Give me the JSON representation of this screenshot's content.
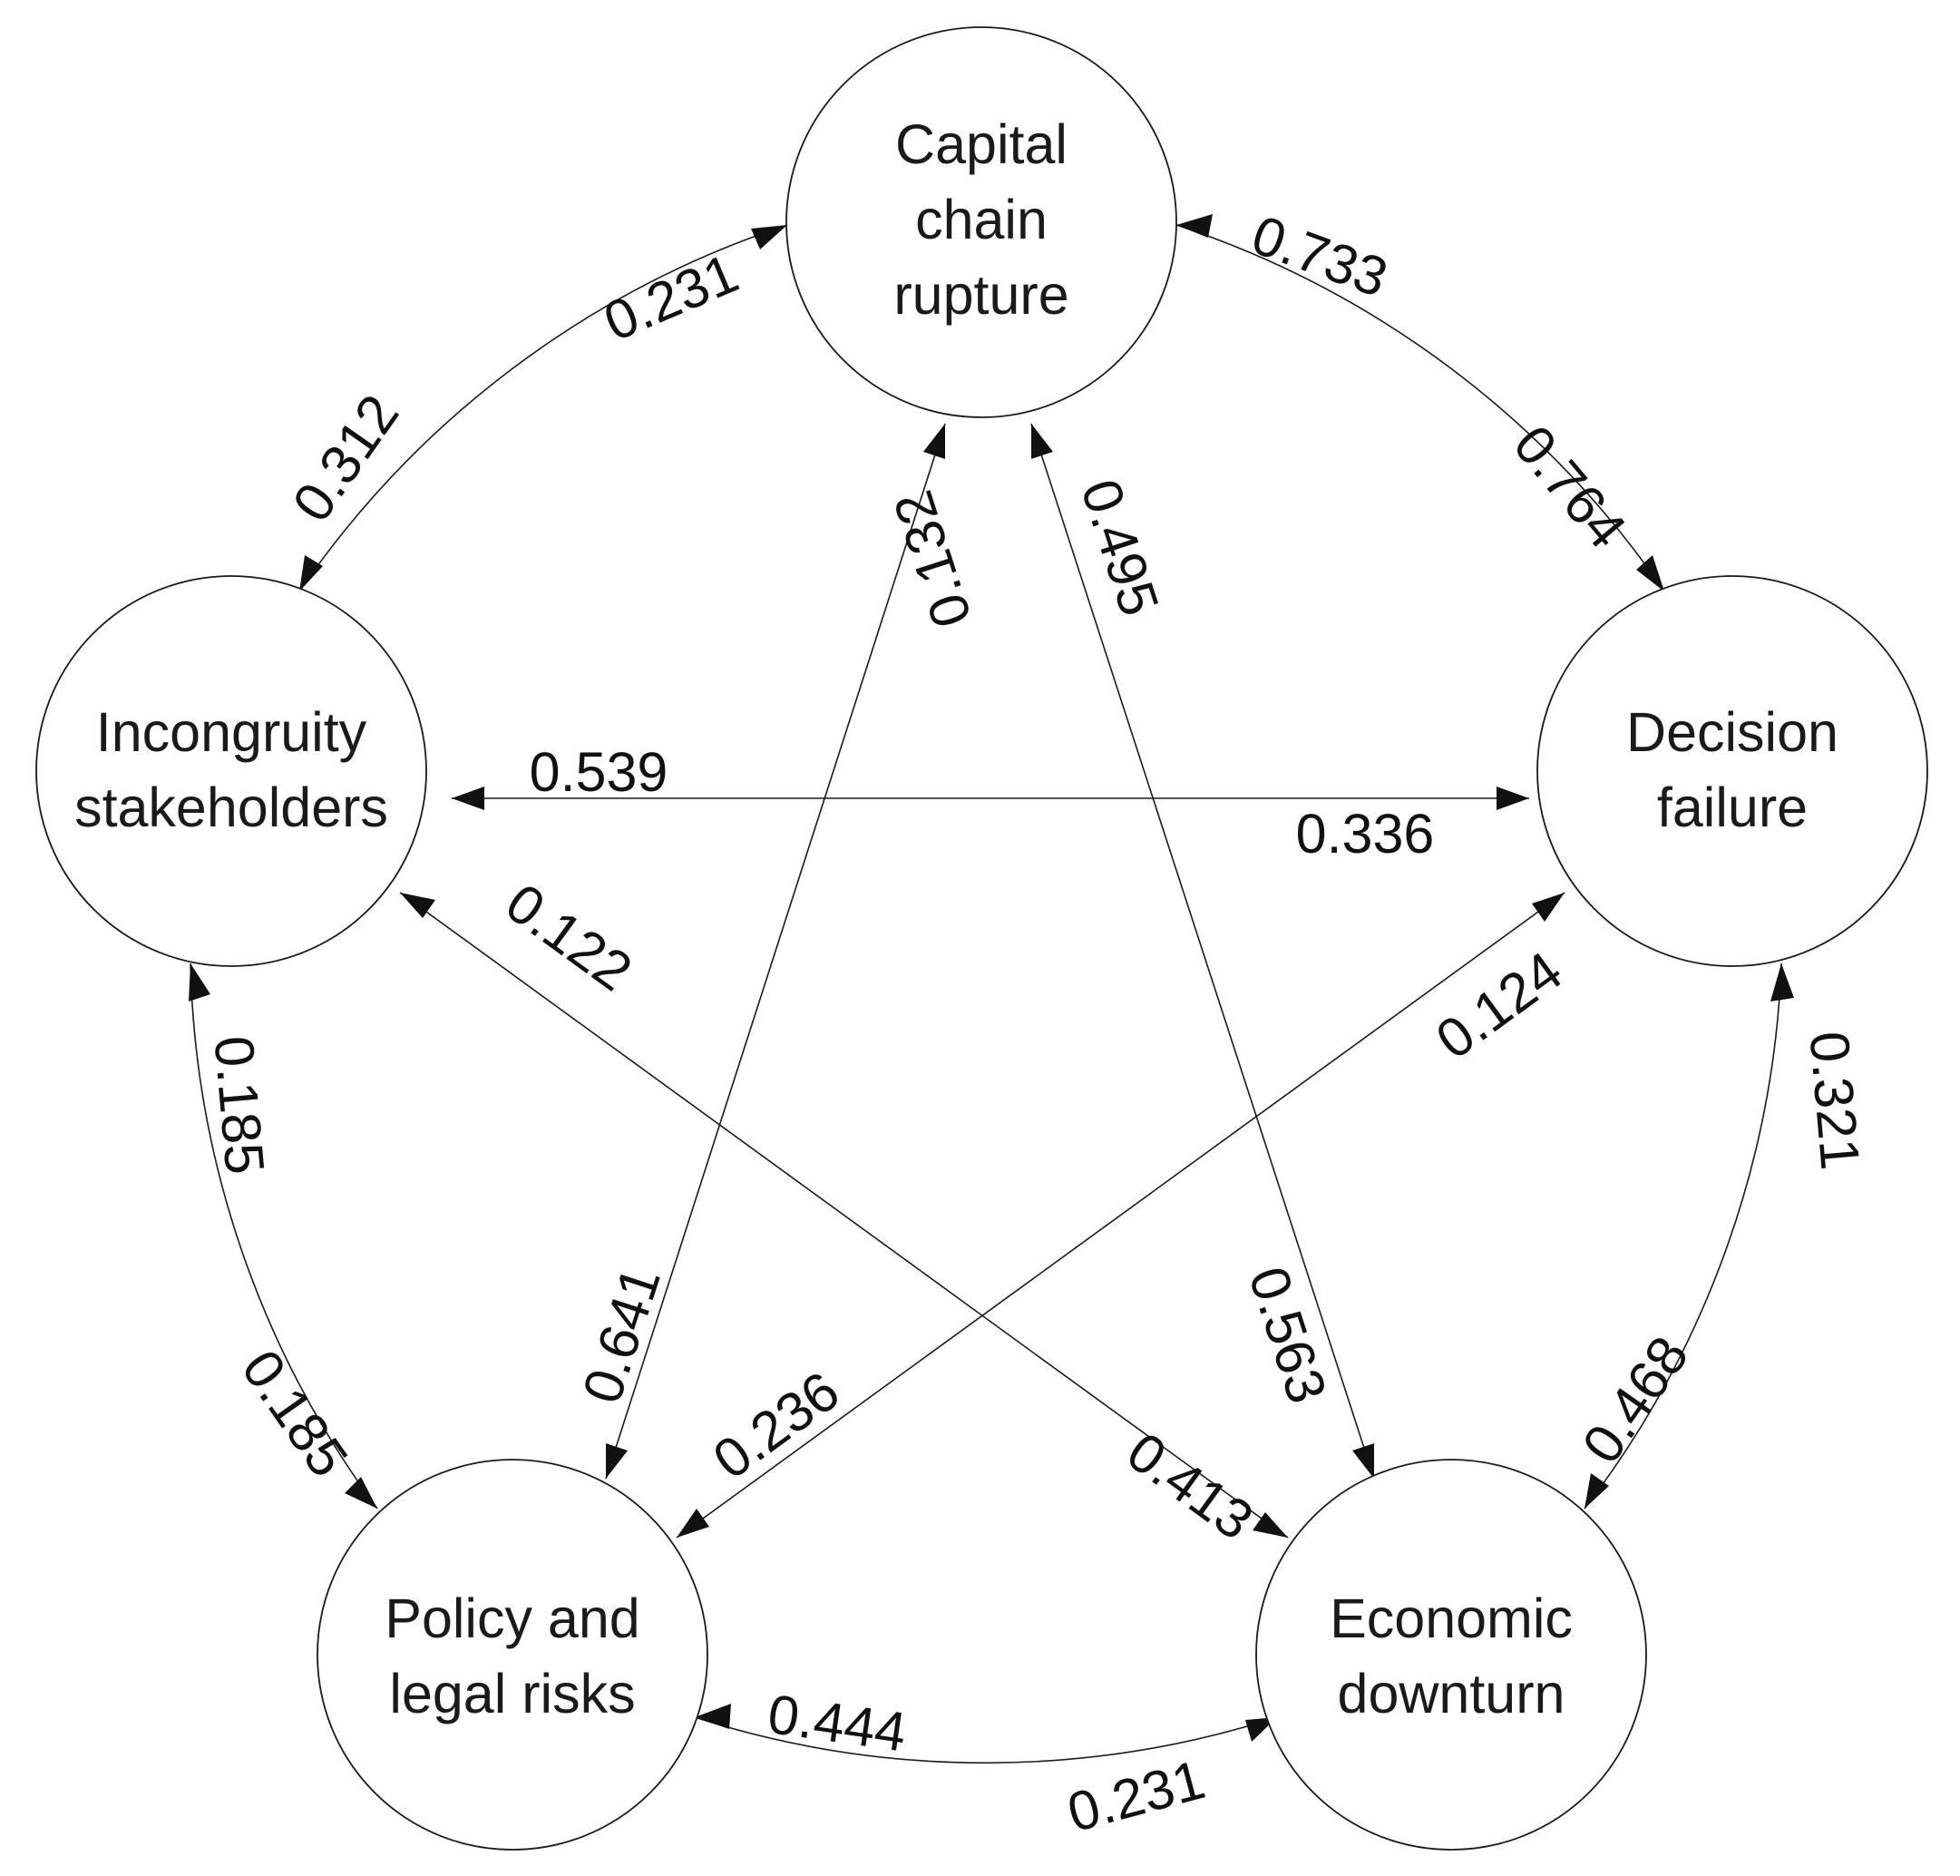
{
  "nodes": {
    "capital": {
      "line1": "Capital",
      "line2": "chain",
      "line3": "rupture"
    },
    "decision": {
      "line1": "Decision",
      "line2": "failure"
    },
    "economic": {
      "line1": "Economic",
      "line2": "downturn"
    },
    "policy": {
      "line1": "Policy and",
      "line2": "legal risks"
    },
    "incongruity": {
      "line1": "Incongruity",
      "line2": "stakeholders"
    }
  },
  "edges": {
    "incongruity_to_capital": "0.231",
    "capital_to_incongruity": "0.312",
    "decision_to_capital": "0.733",
    "capital_to_decision": "0.764",
    "economic_to_decision": "0.321",
    "decision_to_economic": "0.468",
    "economic_to_policy": "0.444",
    "policy_to_economic": "0.231",
    "policy_to_incongruity": "0.185",
    "incongruity_to_policy": "0.185",
    "decision_to_incongruity": "0.539",
    "incongruity_to_decision": "0.336",
    "policy_to_capital": "0.132",
    "capital_to_policy": "0.641",
    "economic_to_capital": "0.495",
    "capital_to_economic": "0.563",
    "economic_to_incongruity": "0.122",
    "incongruity_to_economic": "0.413",
    "policy_to_decision": "0.124",
    "decision_to_policy": "0.236"
  }
}
